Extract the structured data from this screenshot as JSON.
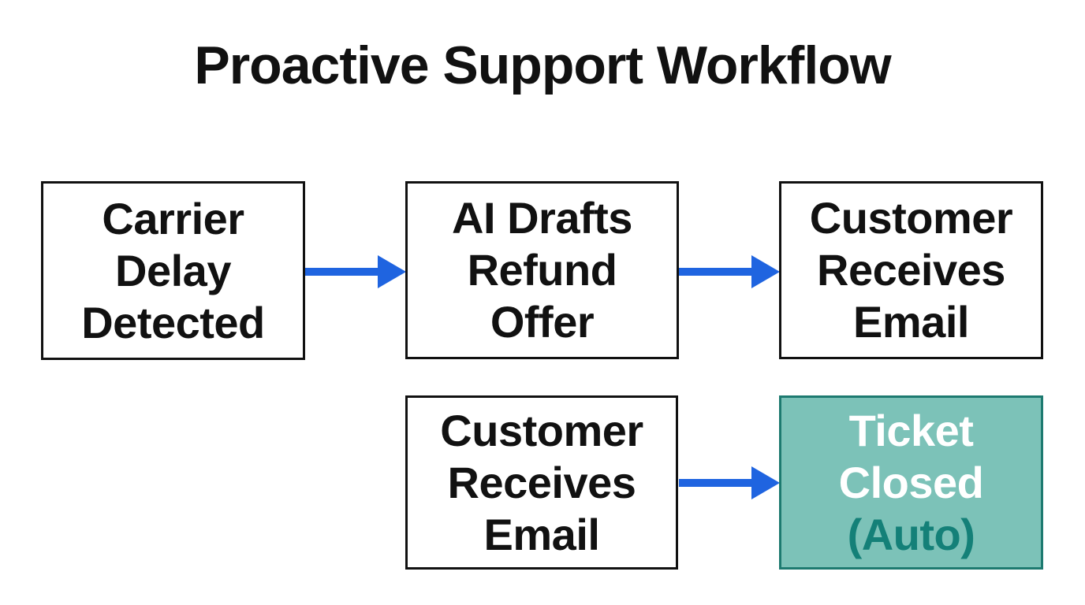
{
  "title": "Proactive Support Workflow",
  "colors": {
    "background": "#ffffff",
    "text": "#111111",
    "box_background": "#ffffff",
    "box_border": "#111111",
    "arrow": "#1f64e0",
    "closed_box_background": "#7cc2b8",
    "closed_box_border": "#1d7a70",
    "closed_box_text": "#ffffff",
    "closed_box_subtext": "#148078"
  },
  "nodes": [
    {
      "id": "carrier-delay-detected",
      "label": "Carrier\nDelay\nDetected"
    },
    {
      "id": "ai-drafts-refund-offer",
      "label": "AI Drafts\nRefund\nOffer"
    },
    {
      "id": "customer-receives-email-1",
      "label": "Customer\nReceives\nEmail"
    },
    {
      "id": "customer-receives-email-2",
      "label": "Customer\nReceives\nEmail"
    },
    {
      "id": "ticket-closed-auto",
      "label": "Ticket\nClosed",
      "sublabel": "(Auto)"
    }
  ],
  "edges": [
    {
      "from": "carrier-delay-detected",
      "to": "ai-drafts-refund-offer"
    },
    {
      "from": "ai-drafts-refund-offer",
      "to": "customer-receives-email-1"
    },
    {
      "from": "customer-receives-email-2",
      "to": "ticket-closed-auto"
    }
  ]
}
